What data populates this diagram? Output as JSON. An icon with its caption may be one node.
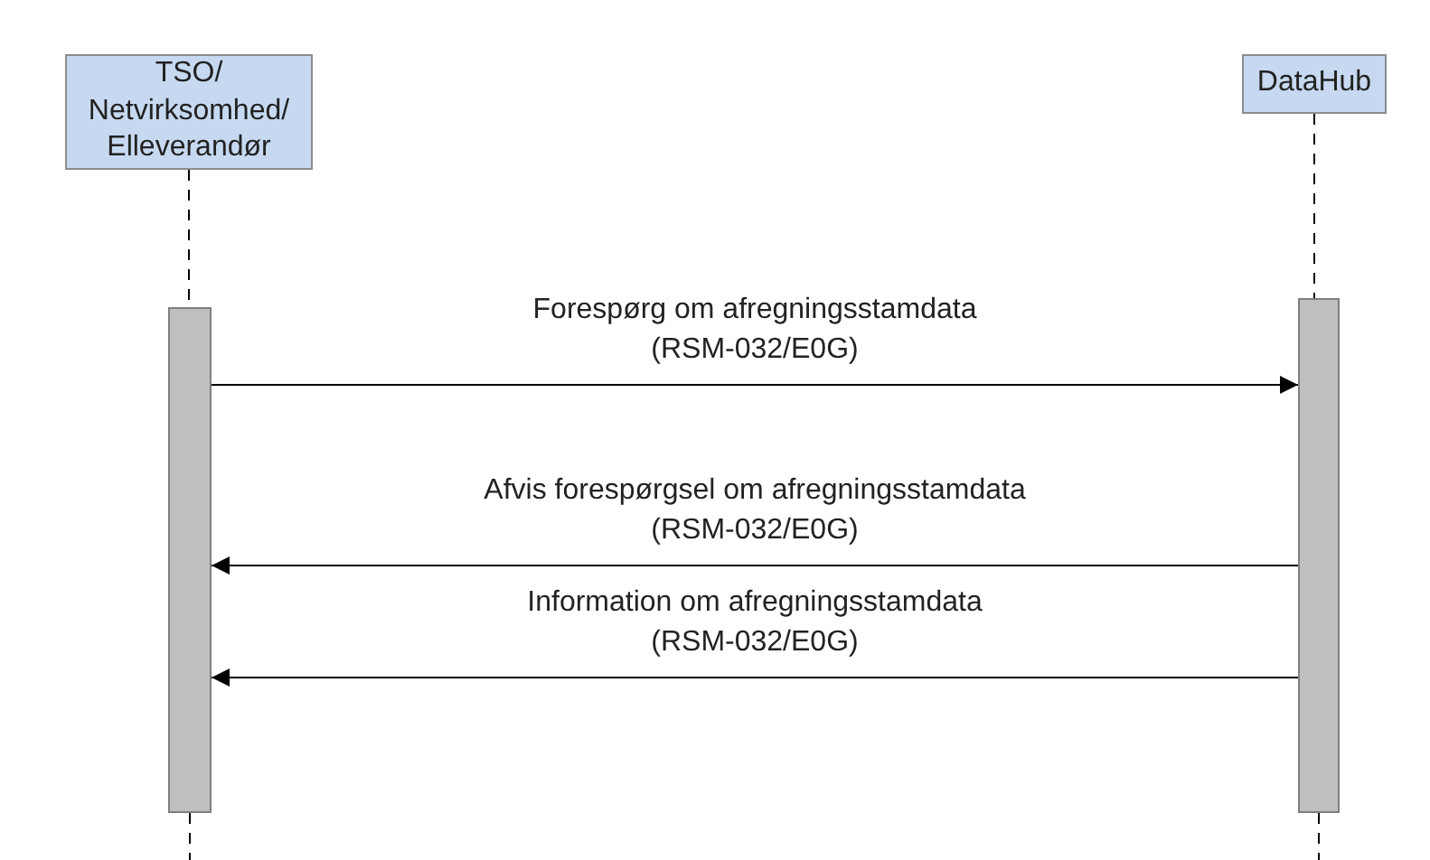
{
  "diagram": {
    "nodes": [
      {
        "text": [
          "TSO/ Netvirksomhed/ Elleverandør"
        ]
      },
      {
        "text": [
          "DataHub"
        ]
      },
      {
        "text": [],
        "shape": "bar"
      },
      {
        "text": [],
        "shape": "bar"
      }
    ],
    "edges": [
      {
        "from": 0,
        "to": 2,
        "arrow": "none",
        "style": "dashed"
      },
      {
        "from": 1,
        "to": 3,
        "arrow": "none",
        "style": "dashed"
      },
      {
        "from": 2,
        "to": 3,
        "arrow": "to",
        "label": "Forespørg om afregningsstamdata (RSM-032/E0G)"
      },
      {
        "from": 3,
        "to": 2,
        "arrow": "to",
        "label": "Afvis forespørgsel om afregningsstamdata (RSM-032/E0G)"
      },
      {
        "from": 3,
        "to": 2,
        "arrow": "to",
        "label": "Information om afregningsstamdata (RSM-032/E0G)"
      }
    ]
  }
}
